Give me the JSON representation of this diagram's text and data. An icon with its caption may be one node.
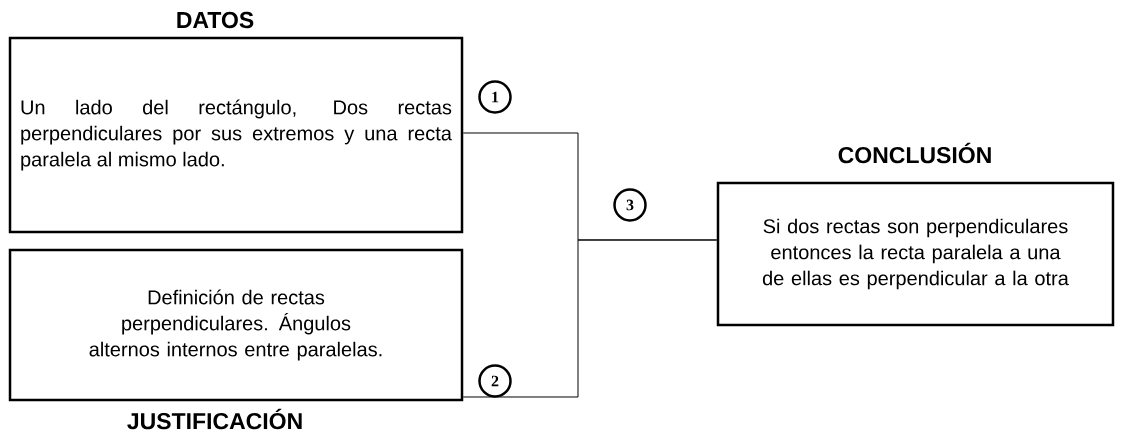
{
  "diagram": {
    "nodes": [
      {
        "text": [
          "DATOS",
          "Un lado del rectángulo, Dos rectas perpendiculares por sus extremos y una recta paralela al mismo lado."
        ]
      },
      {
        "text": [
          "Definición de rectas perpendiculares. Ángulos alternos internos entre paralelas.",
          "JUSTIFICACIÓN"
        ]
      },
      {
        "text": [
          "CONCLUSIÓN",
          "Si dos rectas son perpendiculares entonces la recta paralela a una de ellas es perpendicular a la otra"
        ]
      }
    ],
    "edges": [
      {
        "from": 0,
        "to": 2,
        "arrow": "none"
      },
      {
        "from": 1,
        "to": 2,
        "arrow": "none"
      }
    ],
    "labels": [
      "1",
      "3",
      "2"
    ]
  }
}
